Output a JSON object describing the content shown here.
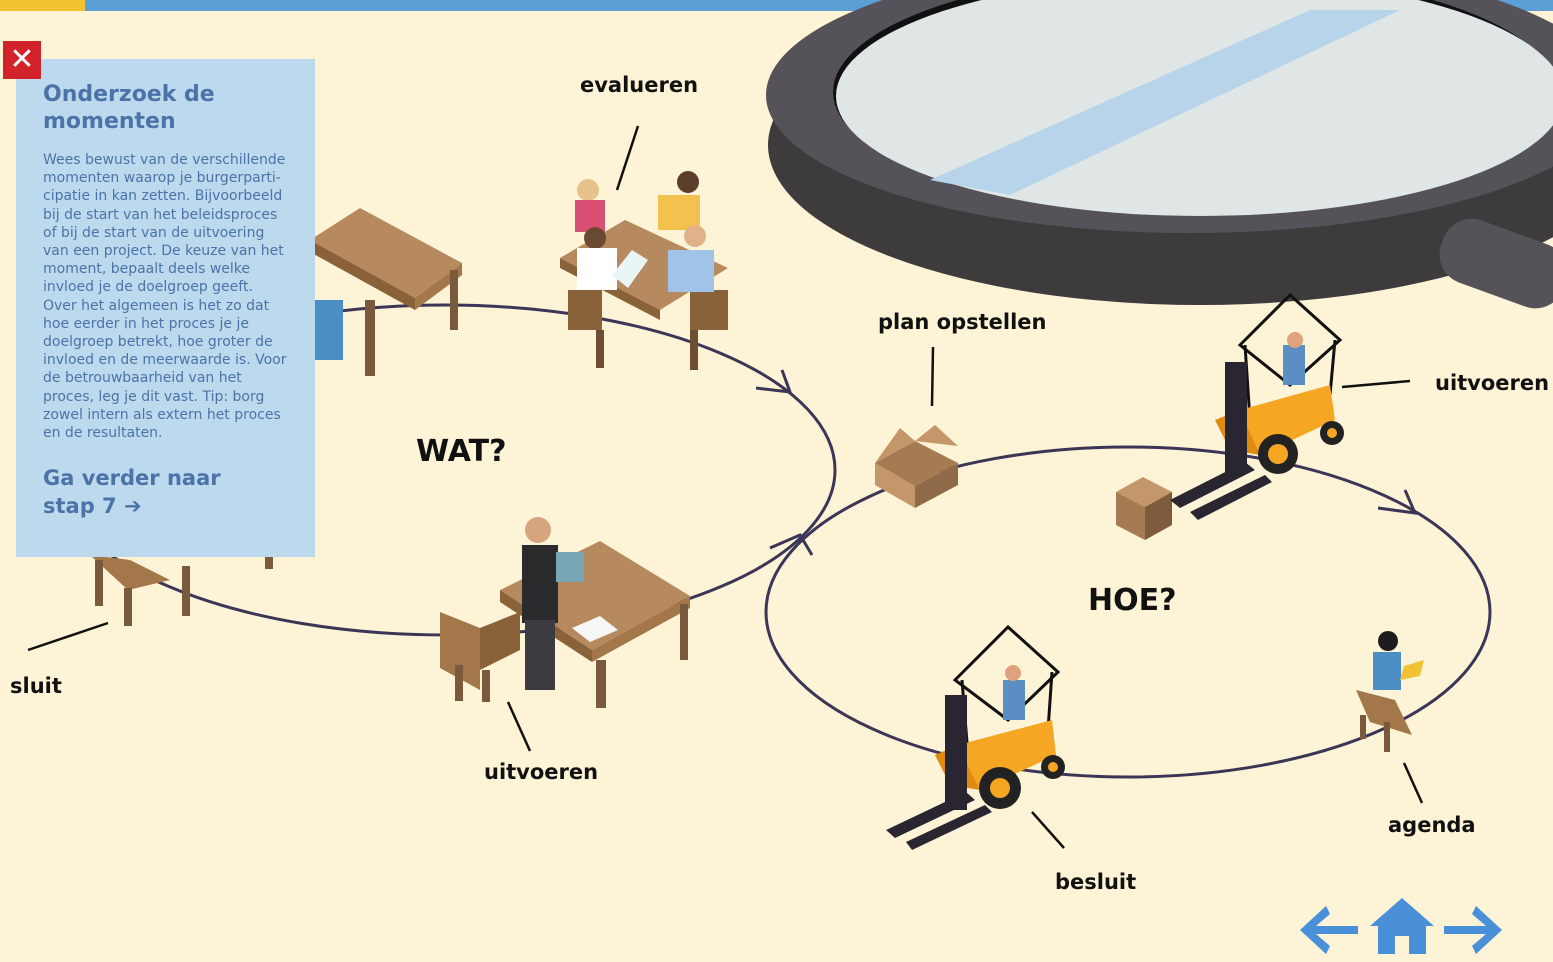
{
  "progress_fraction": 0.055,
  "panel": {
    "title": "Onderzoek de momenten",
    "body": "Wees bewust van de verschillende momenten waarop je burgerparti-cipatie in kan zetten. Bijvoorbeeld bij de start van het beleidsproces of bij de start van de uitvoering van een project. De keuze van het moment, bepaalt deels welke invloed je de doelgroep geeft. Over het algemeen is het zo dat hoe eerder in het proces je je doelgroep betrekt, hoe groter de invloed en de meerwaarde is. Voor de betrouwbaarheid van het proces, leg je dit vast. Tip: borg zowel intern als extern het proces en de resultaten.",
    "next_link": "Ga verder naar stap 7 ➔",
    "close_symbol": "✕"
  },
  "diagram": {
    "cycle_left": "WAT?",
    "cycle_right": "HOE?",
    "labels": {
      "evalueren": "evalueren",
      "plan_opstellen": "plan opstellen",
      "uitvoeren_right": "uitvoeren",
      "uitvoeren_left": "uitvoeren",
      "sluit": "sluit",
      "besluit": "besluit",
      "agenda": "agenda"
    }
  },
  "nav": {
    "back_icon": "arrow-left-icon",
    "home_icon": "home-icon",
    "forward_icon": "arrow-right-icon"
  },
  "colors": {
    "background": "#fdf3d7",
    "panel": "#bcd9ee",
    "panel_text": "#4b73a8",
    "close": "#d2232a",
    "nav": "#4a90d9",
    "topbar": "#5b9fd6",
    "progress": "#f1c232"
  }
}
